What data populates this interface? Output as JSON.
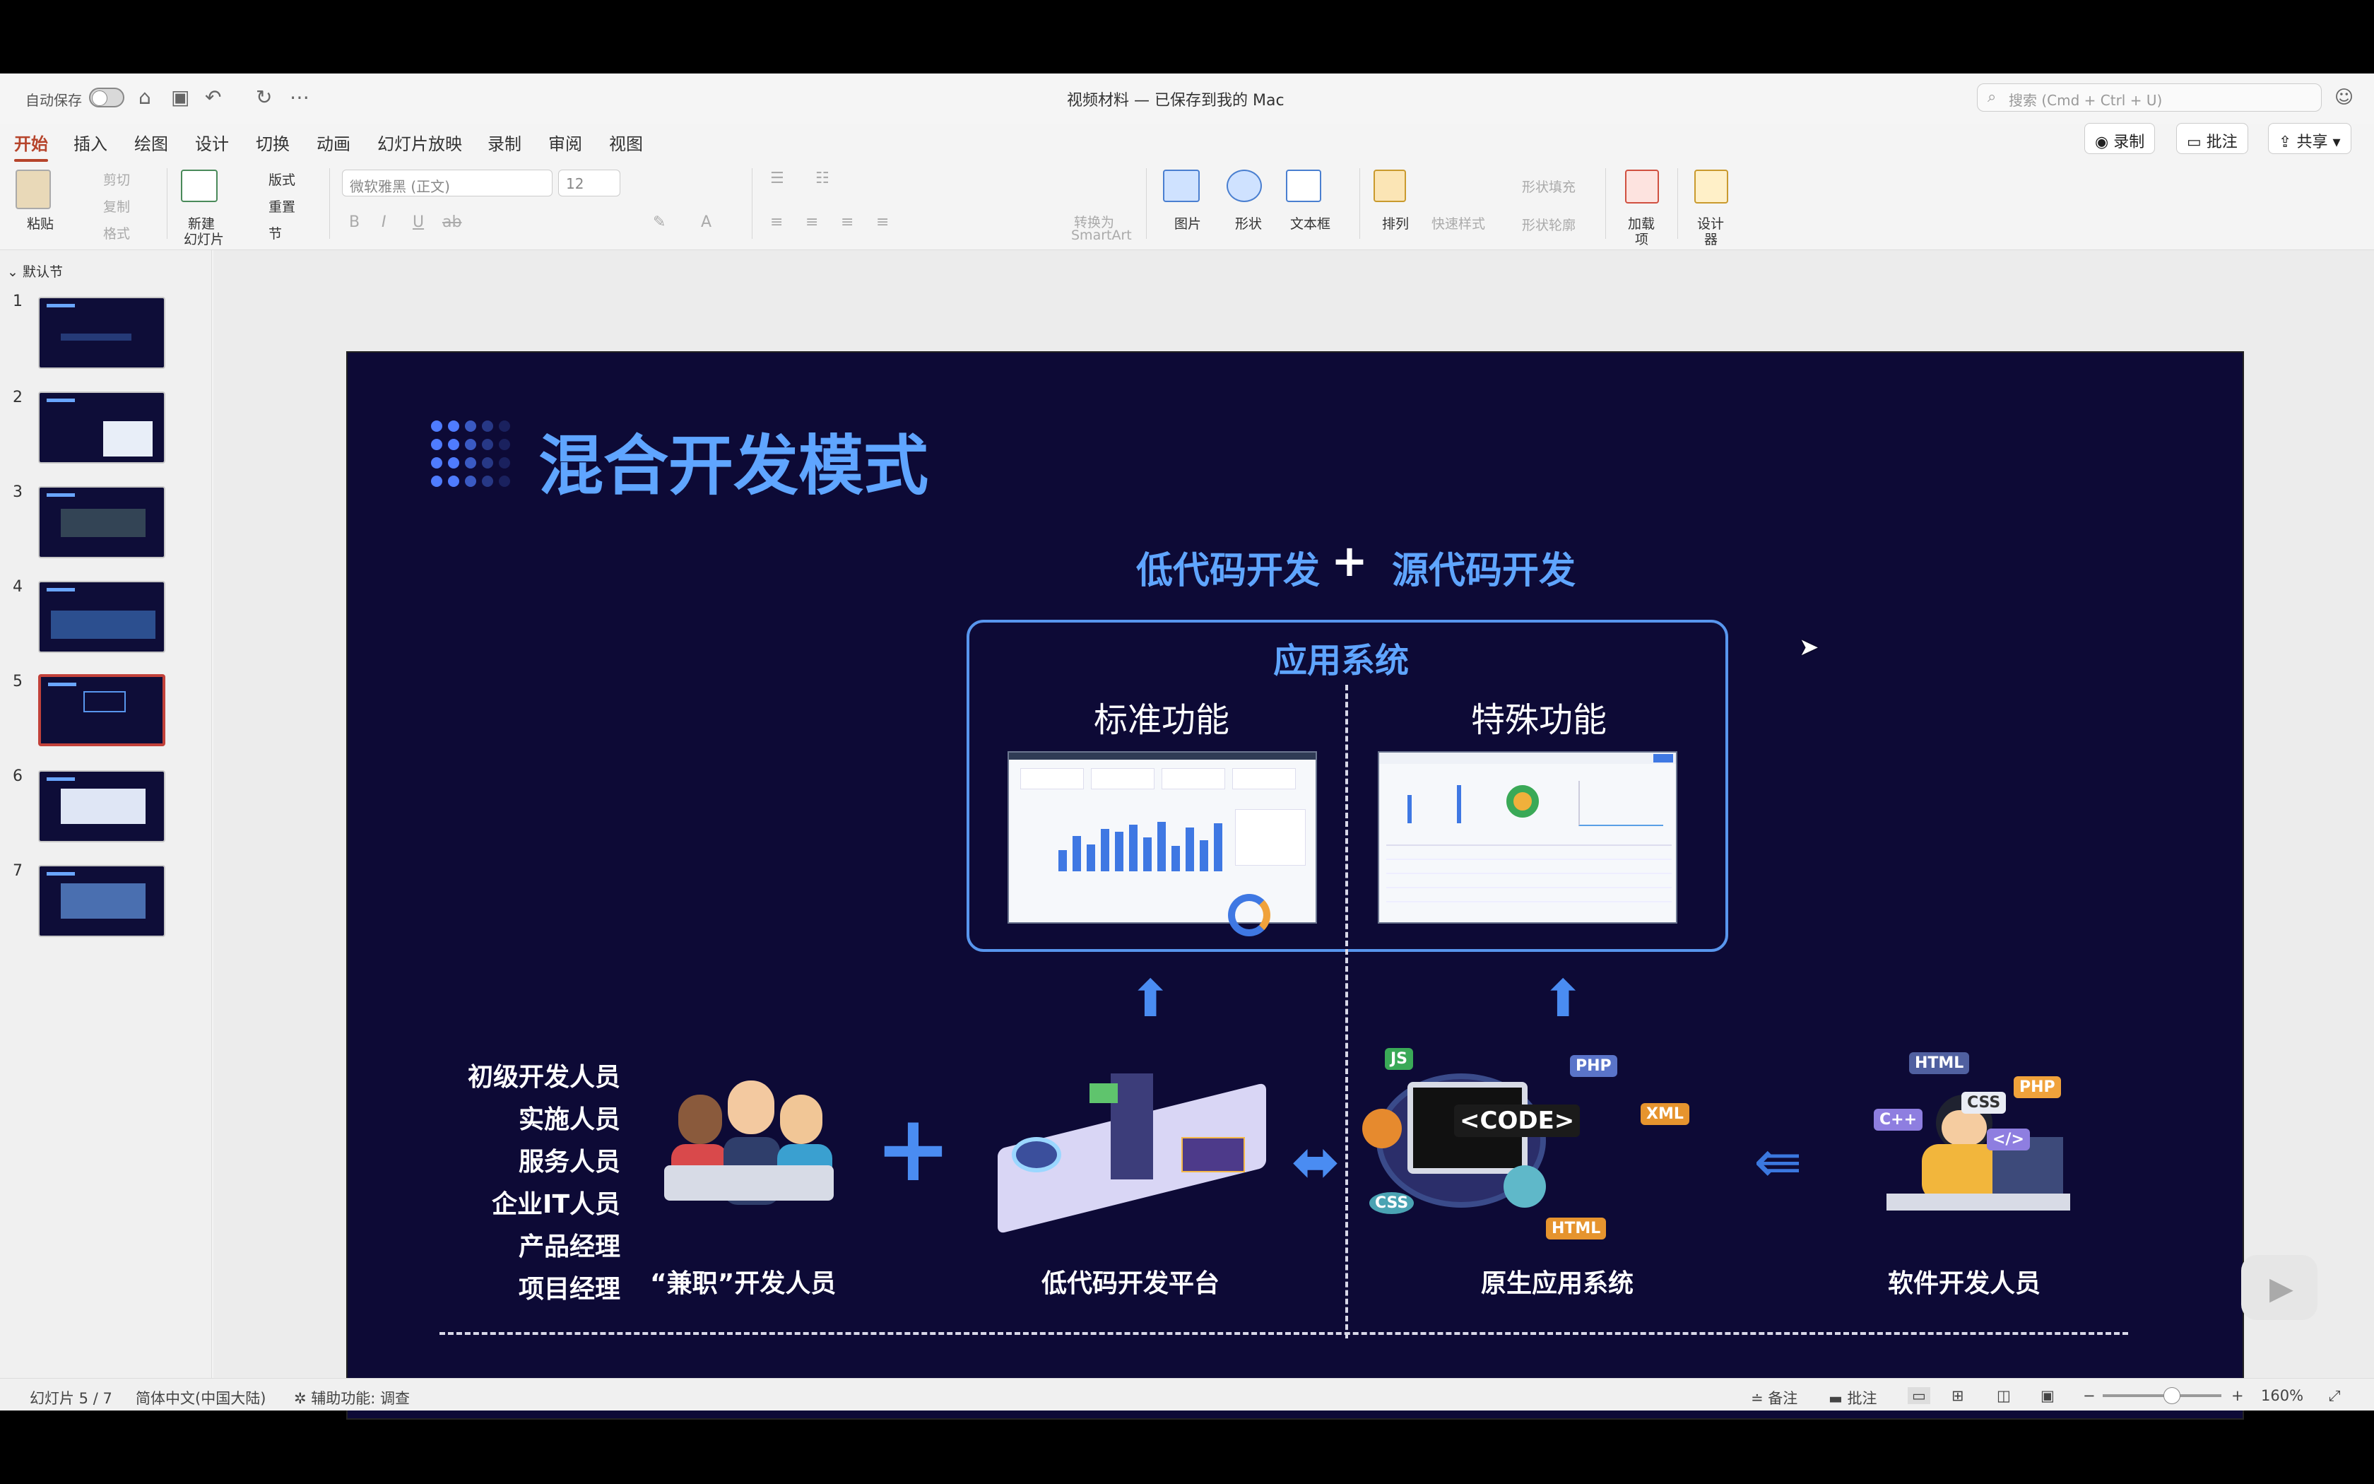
{
  "titlebar": {
    "autosave_label": "自动保存",
    "document_title": "视频材料 — 已保存到我的 Mac",
    "search_placeholder": "搜索 (Cmd + Ctrl + U)"
  },
  "ribbon_tabs": [
    "开始",
    "插入",
    "绘图",
    "设计",
    "切换",
    "动画",
    "幻灯片放映",
    "录制",
    "审阅",
    "视图"
  ],
  "active_tab": "开始",
  "ribbon_buttons": {
    "record": "录制",
    "comment": "批注",
    "share": "共享"
  },
  "ribbon": {
    "paste": "粘贴",
    "cut": "剪切",
    "copy": "复制",
    "format": "格式",
    "new_slide": "新建",
    "new_slide_2": "幻灯片",
    "layout": "版式",
    "reset": "重置",
    "section": "节",
    "font_family": "微软雅黑 (正文)",
    "font_size": "12",
    "convert_smartart": "转换为",
    "convert_smartart_2": "SmartArt",
    "picture": "图片",
    "shape": "形状",
    "textbox": "文本框",
    "arrange": "排列",
    "quick_styles": "快速样式",
    "shape_fill": "形状填充",
    "shape_outline": "形状轮廓",
    "addins": "加载",
    "addins_2": "项",
    "designer": "设计",
    "designer_2": "器"
  },
  "sidebar": {
    "section_name": "默认节",
    "slides": [
      "1",
      "2",
      "3",
      "4",
      "5",
      "6",
      "7"
    ],
    "selected": "5"
  },
  "slide": {
    "title": "混合开发模式",
    "subtitle_left": "低代码开发",
    "subtitle_plus": "+",
    "subtitle_right": "源代码开发",
    "app_system": "应用系统",
    "standard_features": "标准功能",
    "special_features": "特殊功能",
    "roles": [
      "初级开发人员",
      "实施人员",
      "服务人员",
      "企业IT人员",
      "产品经理",
      "项目经理"
    ],
    "part_time_devs": "“兼职”开发人员",
    "low_code_platform": "低代码开发平台",
    "native_system": "原生应用系统",
    "software_devs": "软件开发人员",
    "code_tags": [
      "JS",
      "PHP",
      "XML",
      "CSS",
      "HTML",
      "<CODE>"
    ],
    "dev_tags": [
      "HTML",
      "CSS",
      "PHP",
      "C++",
      "</>"
    ]
  },
  "status": {
    "slide_position": "幻灯片 5 / 7",
    "language": "简体中文(中国大陆)",
    "accessibility": "辅助功能: 调查",
    "notes": "备注",
    "comments": "批注",
    "zoom": "160%"
  },
  "colors": {
    "accent": "#b6442b",
    "slide_bg": "#0d0a36",
    "slide_blue": "#5fa5ff",
    "arrow_blue": "#4a8cf2"
  }
}
